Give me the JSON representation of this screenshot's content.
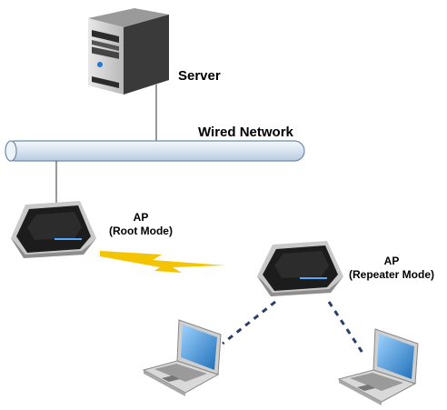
{
  "labels": {
    "server": "Server",
    "wired_network": "Wired Network",
    "ap_root_title": "AP",
    "ap_root_mode": "(Root Mode)",
    "ap_repeater_title": "AP",
    "ap_repeater_mode": "(Repeater Mode)"
  },
  "icons": {
    "server": "server-tower-icon",
    "router_root": "wireless-router-icon",
    "router_repeater": "wireless-router-icon",
    "laptop_left": "laptop-icon",
    "laptop_right": "laptop-icon",
    "wireless_link": "lightning-bolt-icon"
  },
  "colors": {
    "pipe_fill": "#dbe6f2",
    "pipe_stroke": "#6f8aa8",
    "bolt": "#f5c400",
    "dotted_link": "#2b3f6b",
    "router_body": "#1c1c1c",
    "router_trim": "#c9c9c9",
    "laptop_screen": "#2f86d0"
  }
}
